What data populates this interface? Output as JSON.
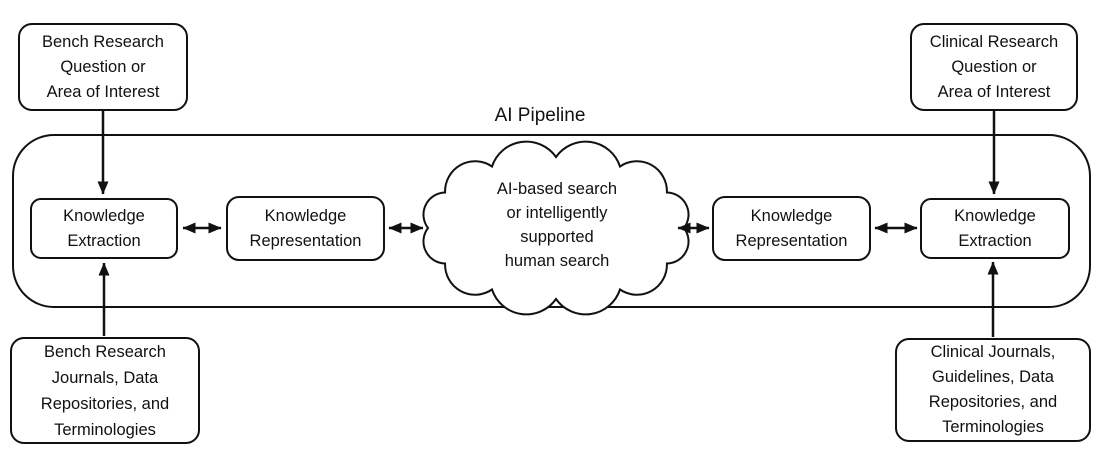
{
  "title": "AI Pipeline",
  "nodes": {
    "bench_question": "Bench Research\nQuestion or\nArea of Interest",
    "clinical_question": "Clinical Research\nQuestion or\nArea of Interest",
    "knowledge_extraction_left": "Knowledge\nExtraction",
    "knowledge_representation_left": "Knowledge\nRepresentation",
    "ai_search_cloud": "AI-based search\nor intelligently\nsupported\nhuman search",
    "knowledge_representation_right": "Knowledge\nRepresentation",
    "knowledge_extraction_right": "Knowledge\nExtraction",
    "bench_sources": "Bench Research\nJournals, Data\nRepositories, and\nTerminologies",
    "clinical_sources": "Clinical Journals,\nGuidelines, Data\nRepositories, and\nTerminologies"
  },
  "colors": {
    "stroke": "#111111",
    "background": "#ffffff",
    "text": "#111111"
  }
}
